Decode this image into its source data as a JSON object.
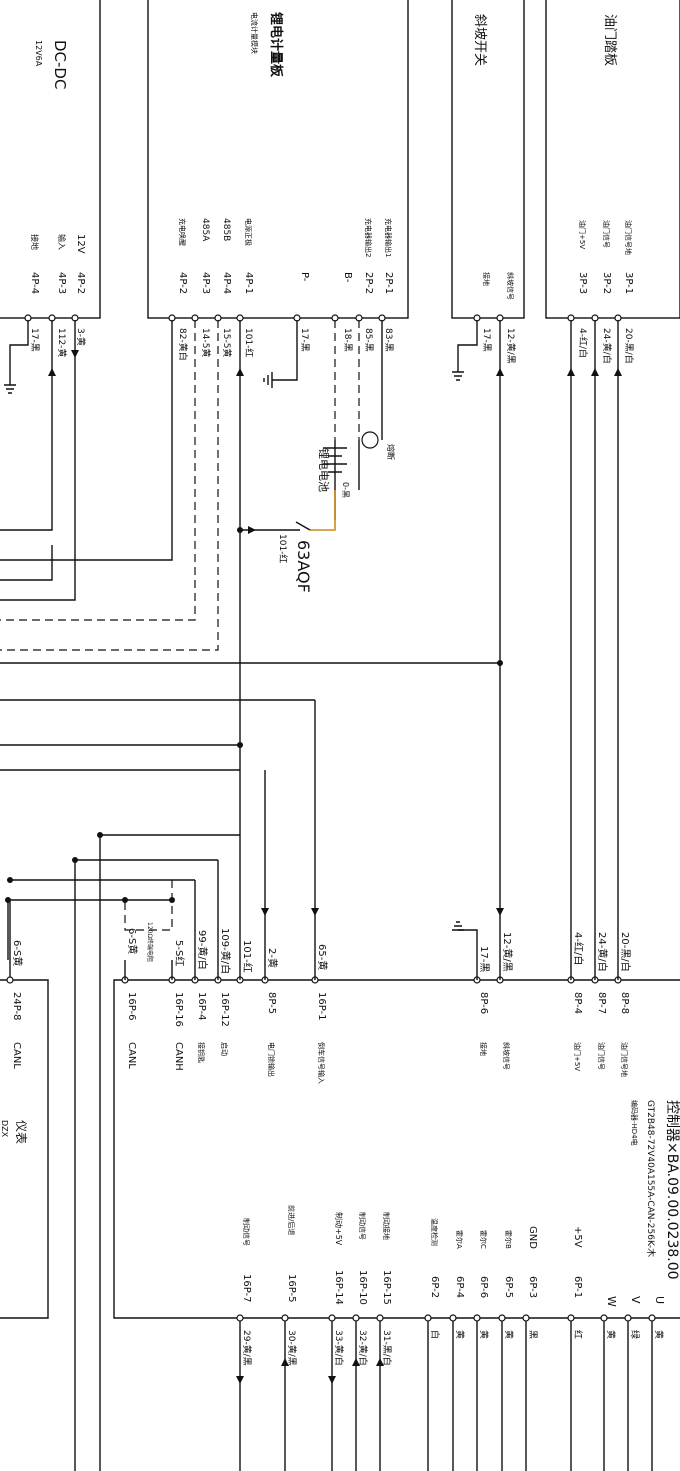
{
  "modules": {
    "dcdc": {
      "title": "DC-DC",
      "subtitle": "12V6A",
      "pins": [
        {
          "label": "12V",
          "pin": "4P-2",
          "wire": "3-黄"
        },
        {
          "label": "输入",
          "pin": "4P-3",
          "wire": "112-黄"
        },
        {
          "label": "接地",
          "pin": "4P-4",
          "wire": "17-黑"
        }
      ]
    },
    "meter": {
      "title": "锂电计量板",
      "subtitle": "电流计量模块",
      "pins": [
        {
          "label": "充电器输出1",
          "pin": "2P-1",
          "wire": "83-黑"
        },
        {
          "label": "充电器输出2",
          "pin": "2P-2",
          "wire": "85-黑"
        },
        {
          "label": "B-",
          "pin": "",
          "wire": "18-黑"
        },
        {
          "label": "P-",
          "pin": "",
          "wire": "17-黑"
        },
        {
          "label": "电源正极",
          "pin": "4P-1",
          "wire": "101-红"
        },
        {
          "label": "485B",
          "pin": "4P-4",
          "wire": "15-5黄"
        },
        {
          "label": "485A",
          "pin": "4P-3",
          "wire": "14-5黄"
        },
        {
          "label": "充电唤醒",
          "pin": "4P-2",
          "wire": "82-黄白"
        }
      ]
    },
    "tilt": {
      "title": "斜坡开关",
      "pins": [
        {
          "label": "斜坡信号",
          "wire": "12-黄/黑"
        },
        {
          "label": "接地",
          "wire": "17-黑"
        }
      ]
    },
    "throttle": {
      "title": "油门踏板",
      "pins": [
        {
          "label": "油门信号地",
          "pin": "3P-1",
          "wire": "20-黑/白"
        },
        {
          "label": "油门信号",
          "pin": "3P-2",
          "wire": "24-黄/白"
        },
        {
          "label": "油门+5V",
          "pin": "3P-3",
          "wire": "4-红/白"
        }
      ]
    },
    "controller": {
      "title": "控制器×BA.09.00.0238.00",
      "subtitle": "GT2B48-72V40A155A-CAN-256K-木",
      "note": "编码器-HD4电",
      "left_pins": [
        {
          "label": "CANL",
          "pin": "16P-6",
          "wire": "6-S黄"
        },
        {
          "label": "CANH",
          "pin": "16P-16",
          "wire": "5-S红"
        },
        {
          "label": "接钥匙",
          "pin": "16P-4",
          "wire": "99-黄/白"
        },
        {
          "label": "启动",
          "pin": "16P-12",
          "wire": "109-黄/白"
        },
        {
          "label": "",
          "pin": "",
          "wire": "101-红"
        },
        {
          "label": "电门锁输出",
          "pin": "8P-5",
          "wire": "2-黄"
        },
        {
          "label": "倒车信号输入",
          "pin": "16P-1",
          "wire": "65-黄"
        },
        {
          "label": "接地",
          "pin": "8P-6",
          "wire": "17-黑"
        },
        {
          "label": "斜坡信号",
          "pin": "",
          "wire": "12-黄/黑"
        },
        {
          "label": "油门+5V",
          "pin": "8P-4",
          "wire": "4-红/白"
        },
        {
          "label": "油门信号",
          "pin": "8P-7",
          "wire": "24-黄/白"
        },
        {
          "label": "油门信号地",
          "pin": "8P-8",
          "wire": "20-黑/白"
        }
      ],
      "right_pins": [
        {
          "label": "制动信号",
          "pin": "16P-7",
          "wire": "29-黄/黑"
        },
        {
          "label": "前进/后退",
          "pin": "16P-5",
          "wire": "30-黄/黑"
        },
        {
          "label": "制动+5V",
          "pin": "16P-14",
          "wire": "33-黄/白"
        },
        {
          "label": "制动信号",
          "pin": "16P-10",
          "wire": "32-黄/白"
        },
        {
          "label": "制动接地",
          "pin": "16P-15",
          "wire": "31-黑/白"
        },
        {
          "label": "温度检测",
          "pin": "6P-2",
          "wire": "白"
        },
        {
          "label": "霍尔A",
          "pin": "6P-4",
          "wire": "黄"
        },
        {
          "label": "霍尔C",
          "pin": "6P-6",
          "wire": "黄"
        },
        {
          "label": "霍尔B",
          "pin": "6P-5",
          "wire": "黄"
        },
        {
          "label": "GND",
          "pin": "6P-3",
          "wire": "黑"
        },
        {
          "label": "+5V",
          "pin": "6P-1",
          "wire": "红"
        }
      ],
      "phases": [
        {
          "label": "W",
          "wire": "黄"
        },
        {
          "label": "V",
          "wire": "绿"
        },
        {
          "label": "U",
          "wire": "黄"
        }
      ]
    },
    "dash": {
      "title": "仪表",
      "subtitle": "DZX",
      "pin": "24P-8",
      "label": "CANL",
      "wire": "6-S黄"
    }
  },
  "breaker": {
    "label": "63AQF",
    "wire": "101-红"
  },
  "battery": {
    "label": "锂电电池",
    "wire": "0-黑"
  },
  "fuse": {
    "label": "熔断"
  },
  "can_resistor": {
    "label": "120Ω终端电阻"
  }
}
